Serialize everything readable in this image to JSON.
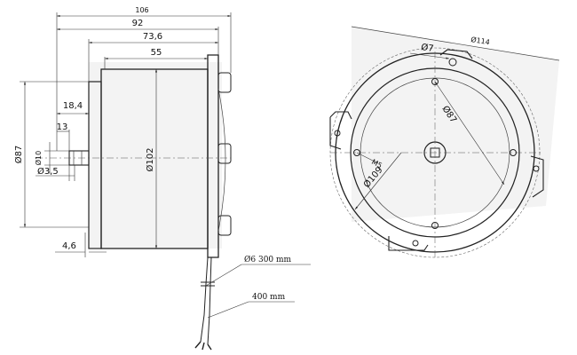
{
  "side_view": {
    "dims": {
      "overall_length": "106",
      "length_92": "92",
      "length_73_6": "73,6",
      "body_length": "55",
      "flange_diameter": "Ø87",
      "offset_18_4": "18,4",
      "shaft_length": "13",
      "shaft_diameter": "Ø10",
      "shaft_hole": "Ø3,5",
      "body_diameter": "Ø102",
      "flange_offset": "4,6"
    },
    "cable": {
      "cable_diameter": "Ø6  300 mm",
      "lead_length": "400 mm"
    }
  },
  "front_view": {
    "dims": {
      "outer_diameter": "Ø114",
      "hole_diameter": "Ø7",
      "pcd_diameter": "Ø87",
      "flange_diameter": "Ø109",
      "hole_m5": "M5"
    }
  }
}
